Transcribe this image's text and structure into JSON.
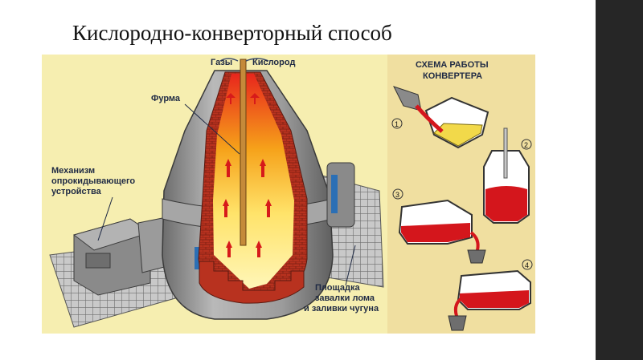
{
  "title": "Кислородно-конвертор­ный способ",
  "labels": {
    "gases": "Газы",
    "oxygen": "Кислород",
    "lance": "Фурма",
    "mechanism": [
      "Механизм",
      "опрокидывающего",
      "устройства"
    ],
    "platform": [
      "Площадка",
      "завалки лома",
      "и заливки чугуна"
    ]
  },
  "scheme": {
    "heading": [
      "СХЕМА РАБОТЫ",
      "КОНВЕРТЕРА"
    ],
    "steps": [
      "1",
      "2",
      "3",
      "4"
    ]
  },
  "colors": {
    "figure_background": "#f6eeb0",
    "panel_background": "#f0dfa0",
    "molten_metal": "#d4161c",
    "steel_shell": "#9a9a9a",
    "brick_lining": "#b8321f",
    "sidebar": "#262626"
  }
}
